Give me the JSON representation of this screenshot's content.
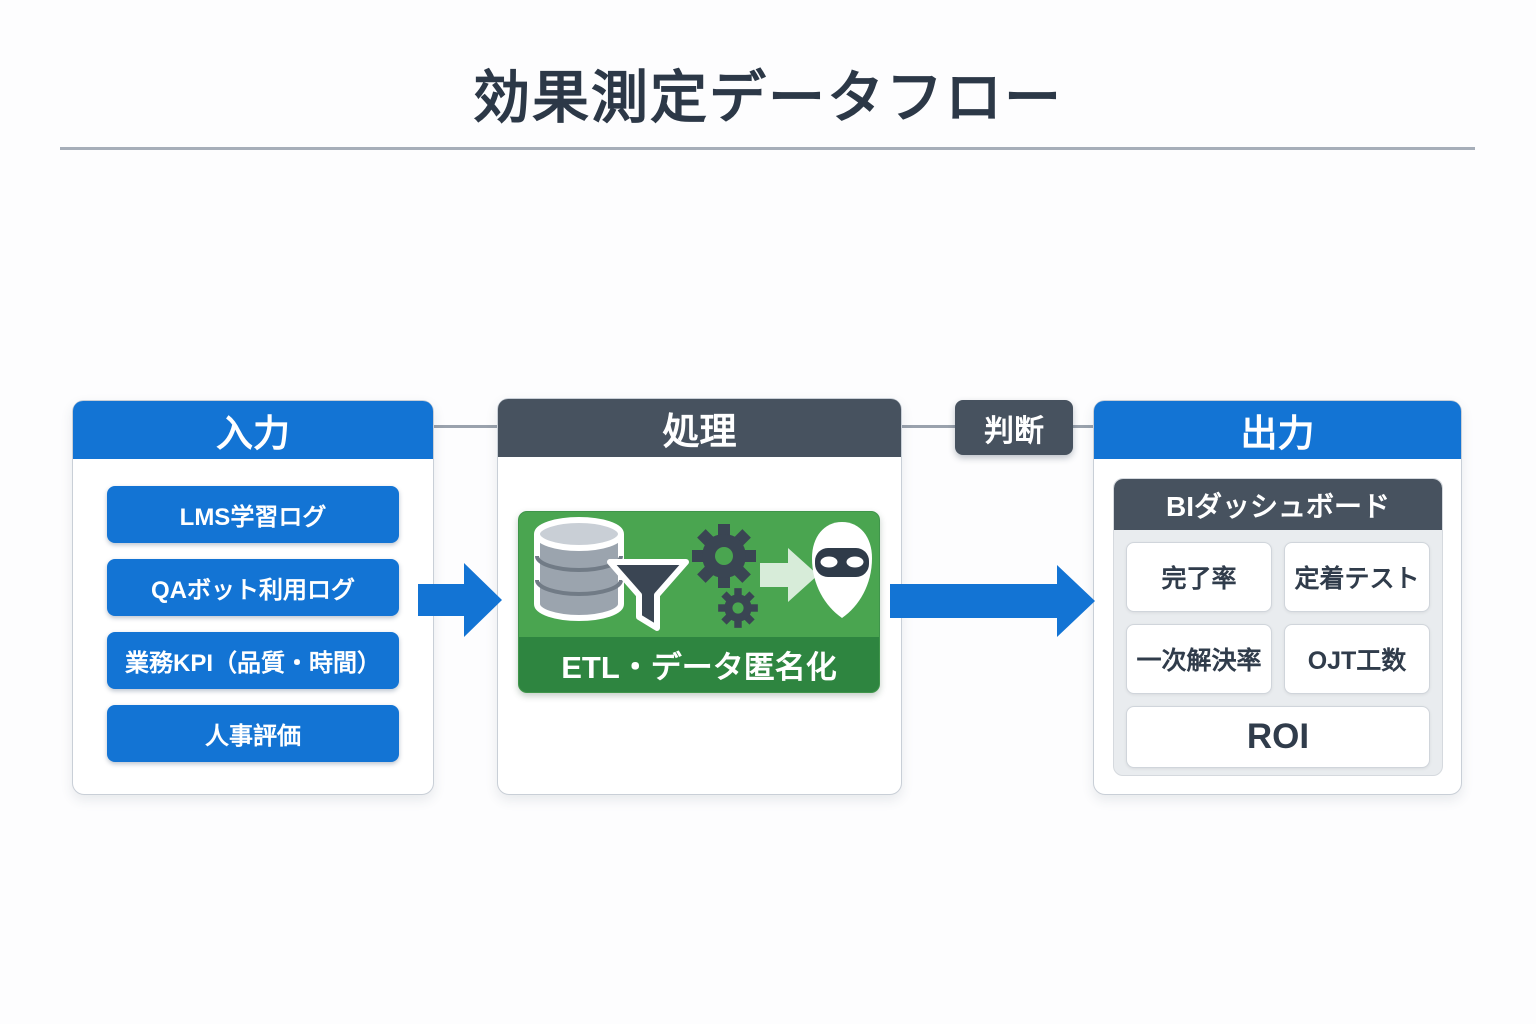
{
  "title": "効果測定データフロー",
  "columns": {
    "input": {
      "header": "入力",
      "items": [
        "LMS学習ログ",
        "QAボット利用ログ",
        "業務KPI（品質・時間）",
        "人事評価"
      ]
    },
    "process": {
      "header": "処理",
      "caption": "ETL・データ匿名化",
      "icons": [
        "database-icon",
        "funnel-icon",
        "gear-icon",
        "arrow-icon",
        "mask-icon"
      ]
    },
    "decision": {
      "label": "判断"
    },
    "output": {
      "header": "出力",
      "panel_title": "BIダッシュボード",
      "tiles": [
        "完了率",
        "定着テスト",
        "一次解決率",
        "OJT工数",
        "ROI"
      ]
    }
  },
  "colors": {
    "accent_blue": "#1374d4",
    "slate": "#47525f",
    "green": "#4aa550",
    "green_dark": "#2e8540",
    "title_text": "#2c3847",
    "connector_gray": "#9aa2ad"
  }
}
